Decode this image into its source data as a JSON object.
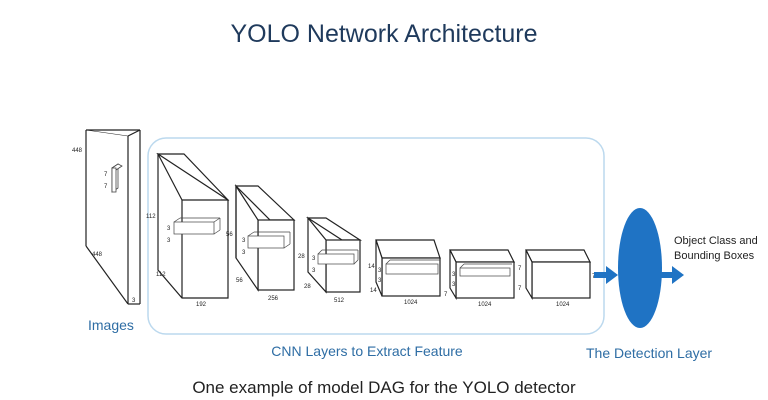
{
  "title": "YOLO Network Architecture",
  "caption": "One example of model DAG for the YOLO detector",
  "labels": {
    "images": "Images",
    "cnn": "CNN Layers to Extract Feature",
    "detection": "The Detection Layer",
    "output_line1": "Object Class and",
    "output_line2": "Bounding Boxes"
  },
  "input": {
    "height": "448",
    "width": "448",
    "depth": "3",
    "kernel_h": "7",
    "kernel_w": "7"
  },
  "layers": [
    {
      "h": "112",
      "w": "112",
      "channels": "192",
      "kernel_h": "3",
      "kernel_w": "3"
    },
    {
      "h": "56",
      "w": "56",
      "channels": "256",
      "kernel_h": "3",
      "kernel_w": "3"
    },
    {
      "h": "28",
      "w": "28",
      "channels": "512",
      "kernel_h": "3",
      "kernel_w": "3"
    },
    {
      "h": "14",
      "w": "14",
      "channels": "1024",
      "kernel_h": "3",
      "kernel_w": "3"
    },
    {
      "h": "7",
      "w": "7",
      "channels": "1024",
      "kernel_h": "3",
      "kernel_w": "3"
    },
    {
      "h": "7",
      "w": "7",
      "channels": "1024"
    }
  ],
  "colors": {
    "title": "#1f3a5c",
    "label": "#2e6da4",
    "ellipse": "#1f73c4",
    "frame": "#bcd9ee",
    "arrow": "#1f73c4"
  }
}
